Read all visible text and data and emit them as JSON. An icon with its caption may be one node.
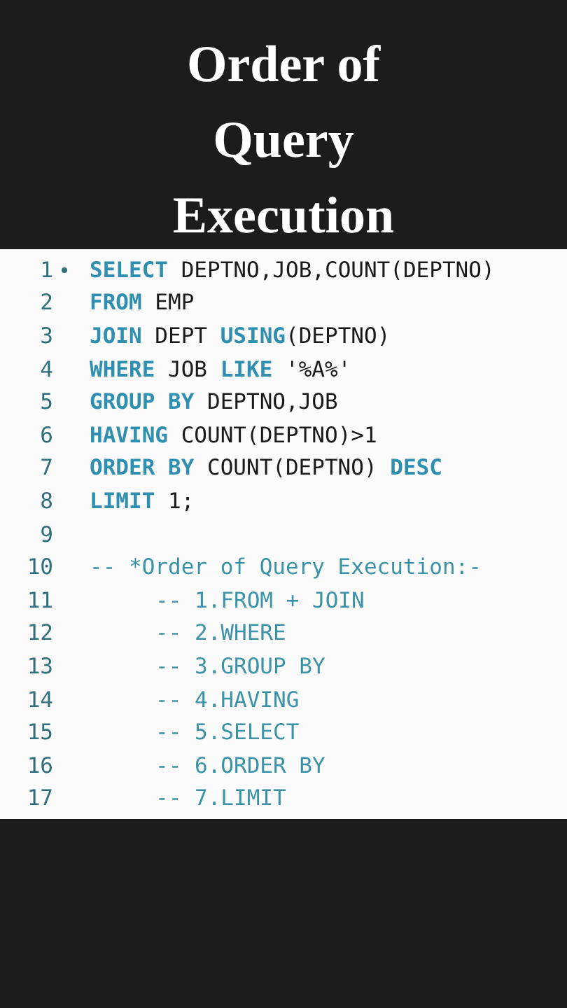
{
  "diagram": {
    "title": "Order of Query Execution",
    "labels": [
      "1",
      "**SELECT** DEPTNO,JOB,COUNT(DEPTNO)",
      "2",
      "**FROM** EMP",
      "3",
      "**JOIN** DEPT **USING**(DEPTNO)",
      "4",
      "**WHERE** JOB **LIKE** '%A%'",
      "5",
      "**GROUP BY** DEPTNO,JOB",
      "6",
      "**HAVING** COUNT(DEPTNO)>1",
      "7",
      "**ORDER BY** COUNT(DEPTNO) **DESC**",
      "8",
      "**LIMIT** 1;",
      "9",
      "10",
      "-- *Order of Query Execution:-",
      "11",
      "-- 1.FROM + JOIN",
      "12",
      "-- 2.WHERE",
      "13",
      "-- 3.GROUP BY",
      "14",
      "-- 4.HAVING",
      "15",
      "-- 5.SELECT",
      "16",
      "-- 6.ORDER BY",
      "17",
      "-- 7.LIMIT"
    ]
  }
}
